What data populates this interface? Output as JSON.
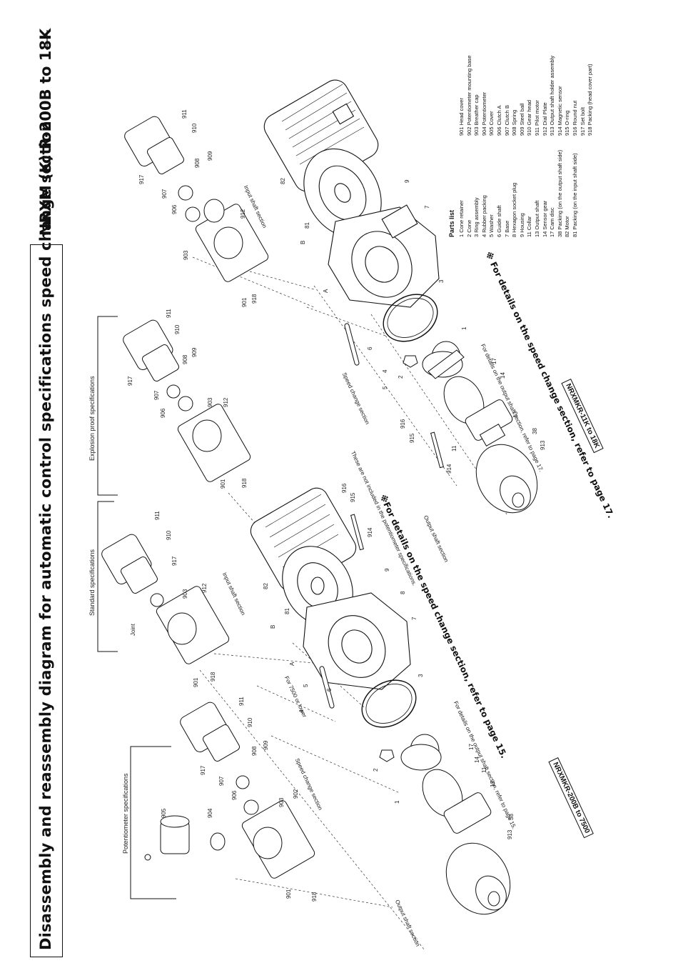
{
  "titles": {
    "main": "Disassembly and reassembly diagram for automatic control specifications speed change section",
    "model": "NRXM (K) R-200B to 18K"
  },
  "sections": {
    "potentiometer": "Potentiometer specifications",
    "standard": "Standard specifications",
    "explosion_proof": "Explosion proof specifications",
    "speed_change_1": "Speed change section",
    "speed_change_2": "Speed change section",
    "input_shaft_1": "Input shaft section",
    "input_shaft_2": "Input shaft section",
    "output_shaft_1": "Output shaft section",
    "output_shaft_2": "Output shaft section"
  },
  "notes": {
    "model_box_1": "NRXMKR-200B to 7500",
    "model_box_2": "NRXMKR-11K to 18K",
    "speed_note_1": "※For details on the speed change section, refer to page 15.",
    "speed_note_2": "※ For details on the speed change section, refer to page 17.",
    "output_note_1": "For details on the output shaft section, refer to page 15.",
    "output_note_2": "For details on the output shaft section, refer to page 17.",
    "not_included": "These are not included in the potentiometer specifications.",
    "for_7500": "For 7500 or lower"
  },
  "parts_list": {
    "title": "Parts list",
    "col1": [
      "1 Cone retainer",
      "2 Cone",
      "3 Ring assembly",
      "4 Rubber packing",
      "5 Washer",
      "6 Guide shaft",
      "7 Base",
      "8 Hexagon socket plug",
      "9 Housing",
      "11 Collar",
      "13 Output shaft",
      "14 Sensor gear",
      "17 Cam disc",
      "38 Packing (on the output shaft side)",
      "82 Motor",
      "81 Packing (on the input shaft side)"
    ],
    "col2": [
      "901 Head cover",
      "902 Potentiometer mounting base",
      "903 Breather cap",
      "904 Potentiometer",
      "905 Cover",
      "906 Clutch A",
      "907 Clutch B",
      "908 Spring",
      "909 Steel ball",
      "910 Gear head",
      "911 Pilot motor",
      "912 Dial Plate",
      "913 Output shaft holder assembly",
      "914 Magnetic sensor",
      "915 O-ring",
      "916 Round nut",
      "917 Set bolt",
      "918 Packing (head cover part)"
    ]
  },
  "callouts": {
    "joint": "Joint",
    "A": "A",
    "B": "B",
    "n901": "901",
    "n902": "902",
    "n903": "903",
    "n904": "904",
    "n905": "905",
    "n906": "906",
    "n907": "907",
    "n908": "908",
    "n909": "909",
    "n910": "910",
    "n911": "911",
    "n912": "912",
    "n913": "913",
    "n914": "914",
    "n915": "915",
    "n916": "916",
    "n917": "917",
    "n918": "918",
    "n1": "1",
    "n2": "2",
    "n3": "3",
    "n4": "4",
    "n5": "5",
    "n6": "6",
    "n7": "7",
    "n8": "8",
    "n9": "9",
    "n11": "11",
    "n13": "13",
    "n14": "14",
    "n17": "17",
    "n38": "38",
    "n81": "81",
    "n82": "82"
  }
}
